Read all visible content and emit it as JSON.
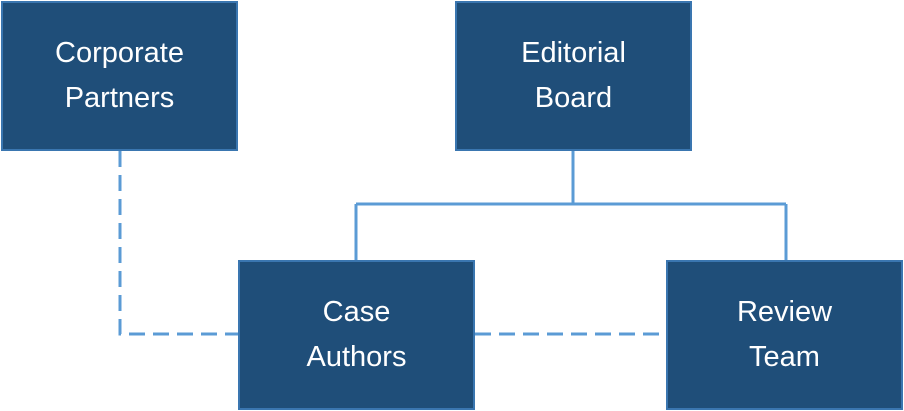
{
  "nodes": {
    "corporate_partners": {
      "label": "Corporate\nPartners"
    },
    "editorial_board": {
      "label": "Editorial\nBoard"
    },
    "case_authors": {
      "label": "Case\nAuthors"
    },
    "review_team": {
      "label": "Review\nTeam"
    }
  },
  "colors": {
    "node_fill": "#1f4e79",
    "node_border": "#3a76b0",
    "connector": "#5b9bd5",
    "text": "#ffffff"
  }
}
